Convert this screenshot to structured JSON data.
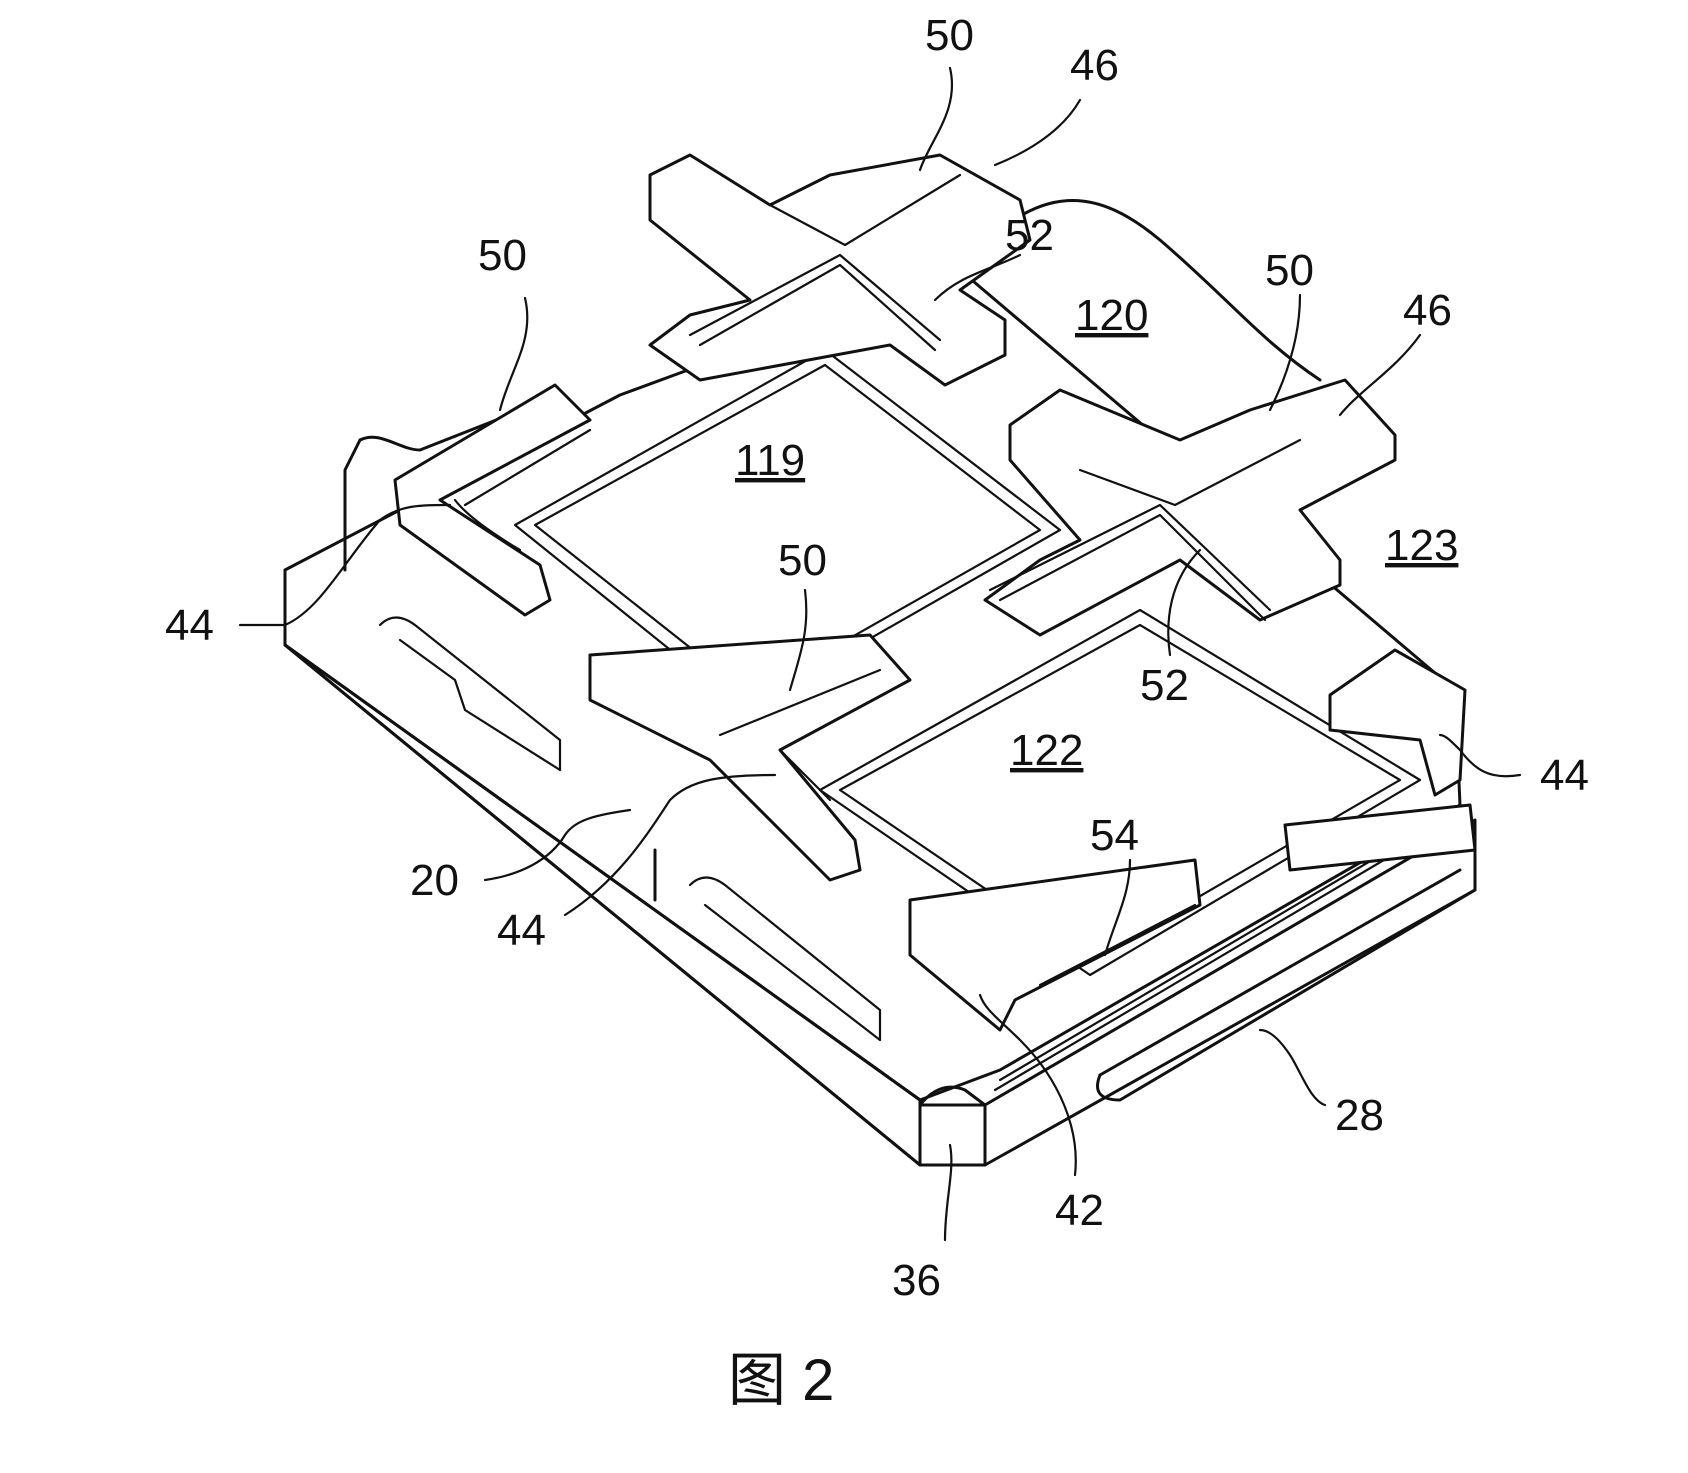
{
  "figure": {
    "caption": "图 2",
    "labels": {
      "l50_top": "50",
      "l46_top": "46",
      "l52_top": "52",
      "l120": "120",
      "l50_left": "50",
      "l50_right": "50",
      "l46_right": "46",
      "l119": "119",
      "l123": "123",
      "l44_left": "44",
      "l50_mid": "50",
      "l52_mid": "52",
      "l122": "122",
      "l44_right": "44",
      "l54": "54",
      "l20": "20",
      "l44_mid": "44",
      "l28": "28",
      "l42": "42",
      "l36": "36"
    }
  }
}
